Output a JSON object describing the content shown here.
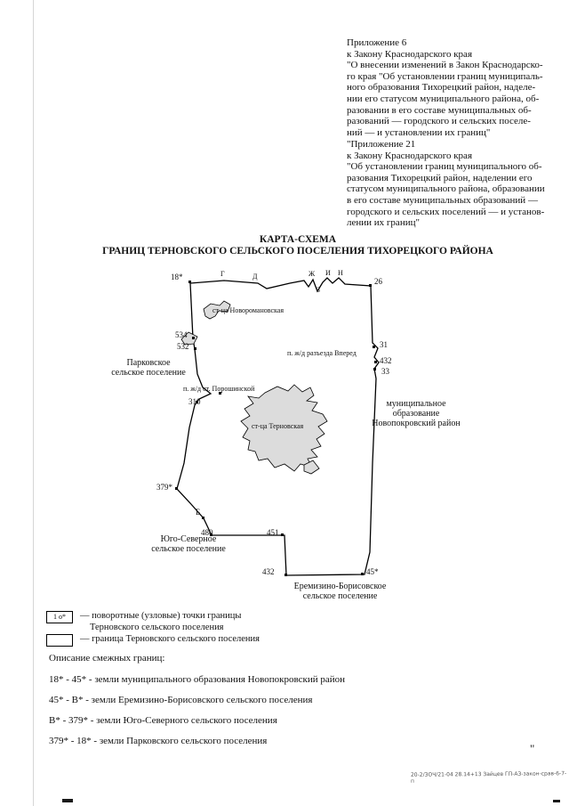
{
  "doc": {
    "appendix1": "Приложение 6\nк Закону Краснодарского края\n\"О внесении изменений в Закон Краснодарско-\nго края \"Об установлении границ муниципаль-\nного образования Тихорецкий район, наделе-\nнии его статусом муниципального района, об-\nразовании в его составе муниципальных об-\nразований — городского и сельских поселе-\nний — и установлении их границ\"",
    "appendix2": "\"Приложение 21\nк Закону Краснодарского края\n\"Об установлении границ муниципального об-\nразования Тихорецкий район, наделении его\nстатусом муниципального района, образовании\nв его составе муниципальных образований —\nгородского и сельских поселений — и установ-\nлении их границ\"",
    "title1": "КАРТА-СХЕМА",
    "title2": "ГРАНИЦ ТЕРНОВСКОГО СЕЛЬСКОГО ПОСЕЛЕНИЯ ТИХОРЕЦКОГО РАЙОНА",
    "stray_quote": "\"",
    "footer_note": "20-2/ЗОЧ/21-04 28.14+13 Зайцев ГП-АЗ-закон-срав-6-7-п"
  },
  "map": {
    "labels": {
      "p18": "18*",
      "g": "Г",
      "d": "Д",
      "zh": "Ж",
      "z": "З",
      "i": "И",
      "n": "Н",
      "p26": "26",
      "novoromanovskaya": "ст-ца Новоромановская",
      "p534": "534",
      "p532": "532",
      "p31": "31",
      "vpered": "п. ж/д разъезда Вперед",
      "p432r": "432",
      "p33": "33",
      "parkovskoe": "Парковское\nсельское поселение",
      "poroshinskoy": "п. ж/д ст. Порошинской",
      "p310": "310",
      "novopokrovsky": "муниципальное\nобразование\nНовопокровский район",
      "ternovskaya": "ст-ца Терновская",
      "p379": "379*",
      "b": "Б",
      "p480": "480",
      "p451": "451",
      "yugo": "Юго-Северное\nсельское поселение",
      "p432b": "432",
      "p45": "45*",
      "eremizino": "Еремизино-Борисовское\nсельское поселение"
    }
  },
  "legend": {
    "point_symbol": "1 о*",
    "point_text1": "— поворотные (узловые) точки границы",
    "point_text2": "Терновского сельского поселения",
    "border_text": "— граница Терновского сельского поселения"
  },
  "description": {
    "heading": "Описание смежных границ:",
    "lines": [
      "18* - 45* - земли муниципального образования Новопокровский район",
      "45* - В* - земли Еремизино-Борисовского сельского поселения",
      "В* - 379* - земли Юго-Северного сельского поселения",
      "379* - 18* - земли Парковского сельского поселения"
    ]
  }
}
